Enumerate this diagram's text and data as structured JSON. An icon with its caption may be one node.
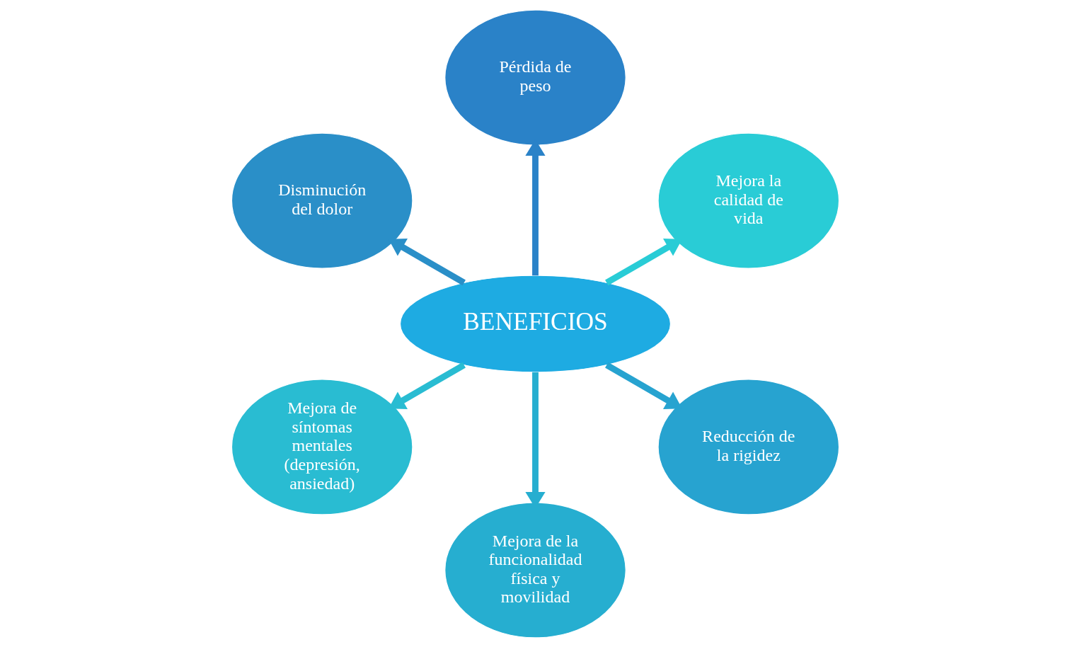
{
  "diagram": {
    "nodes": [
      {
        "text": [
          "Mejora la calidad de vida"
        ]
      },
      {
        "text": [
          "Pérdida de peso"
        ]
      },
      {
        "text": [
          "Disminución del dolor"
        ]
      },
      {
        "text": [
          "BENEFICIOS"
        ]
      },
      {
        "text": [
          "Mejora de síntomas mentales (depresión, ansiedad)"
        ]
      },
      {
        "text": [
          "Mejora de la funcionalidad física y movilidad"
        ]
      },
      {
        "text": [
          "Reducción de la rigidez"
        ]
      }
    ],
    "edges": [
      {
        "from": 3,
        "to": 0,
        "arrow": "to",
        "color": "#29ccd6"
      },
      {
        "from": 3,
        "to": 1,
        "arrow": "to",
        "color": "#2a82c8"
      },
      {
        "from": 3,
        "to": 2,
        "arrow": "to",
        "color": "#2a8fc8"
      },
      {
        "from": 3,
        "to": 4,
        "arrow": "to",
        "color": "#29bcd2"
      },
      {
        "from": 3,
        "to": 5,
        "arrow": "to",
        "color": "#26aed0"
      },
      {
        "from": 3,
        "to": 6,
        "arrow": "to",
        "color": "#27a3d0"
      }
    ]
  }
}
